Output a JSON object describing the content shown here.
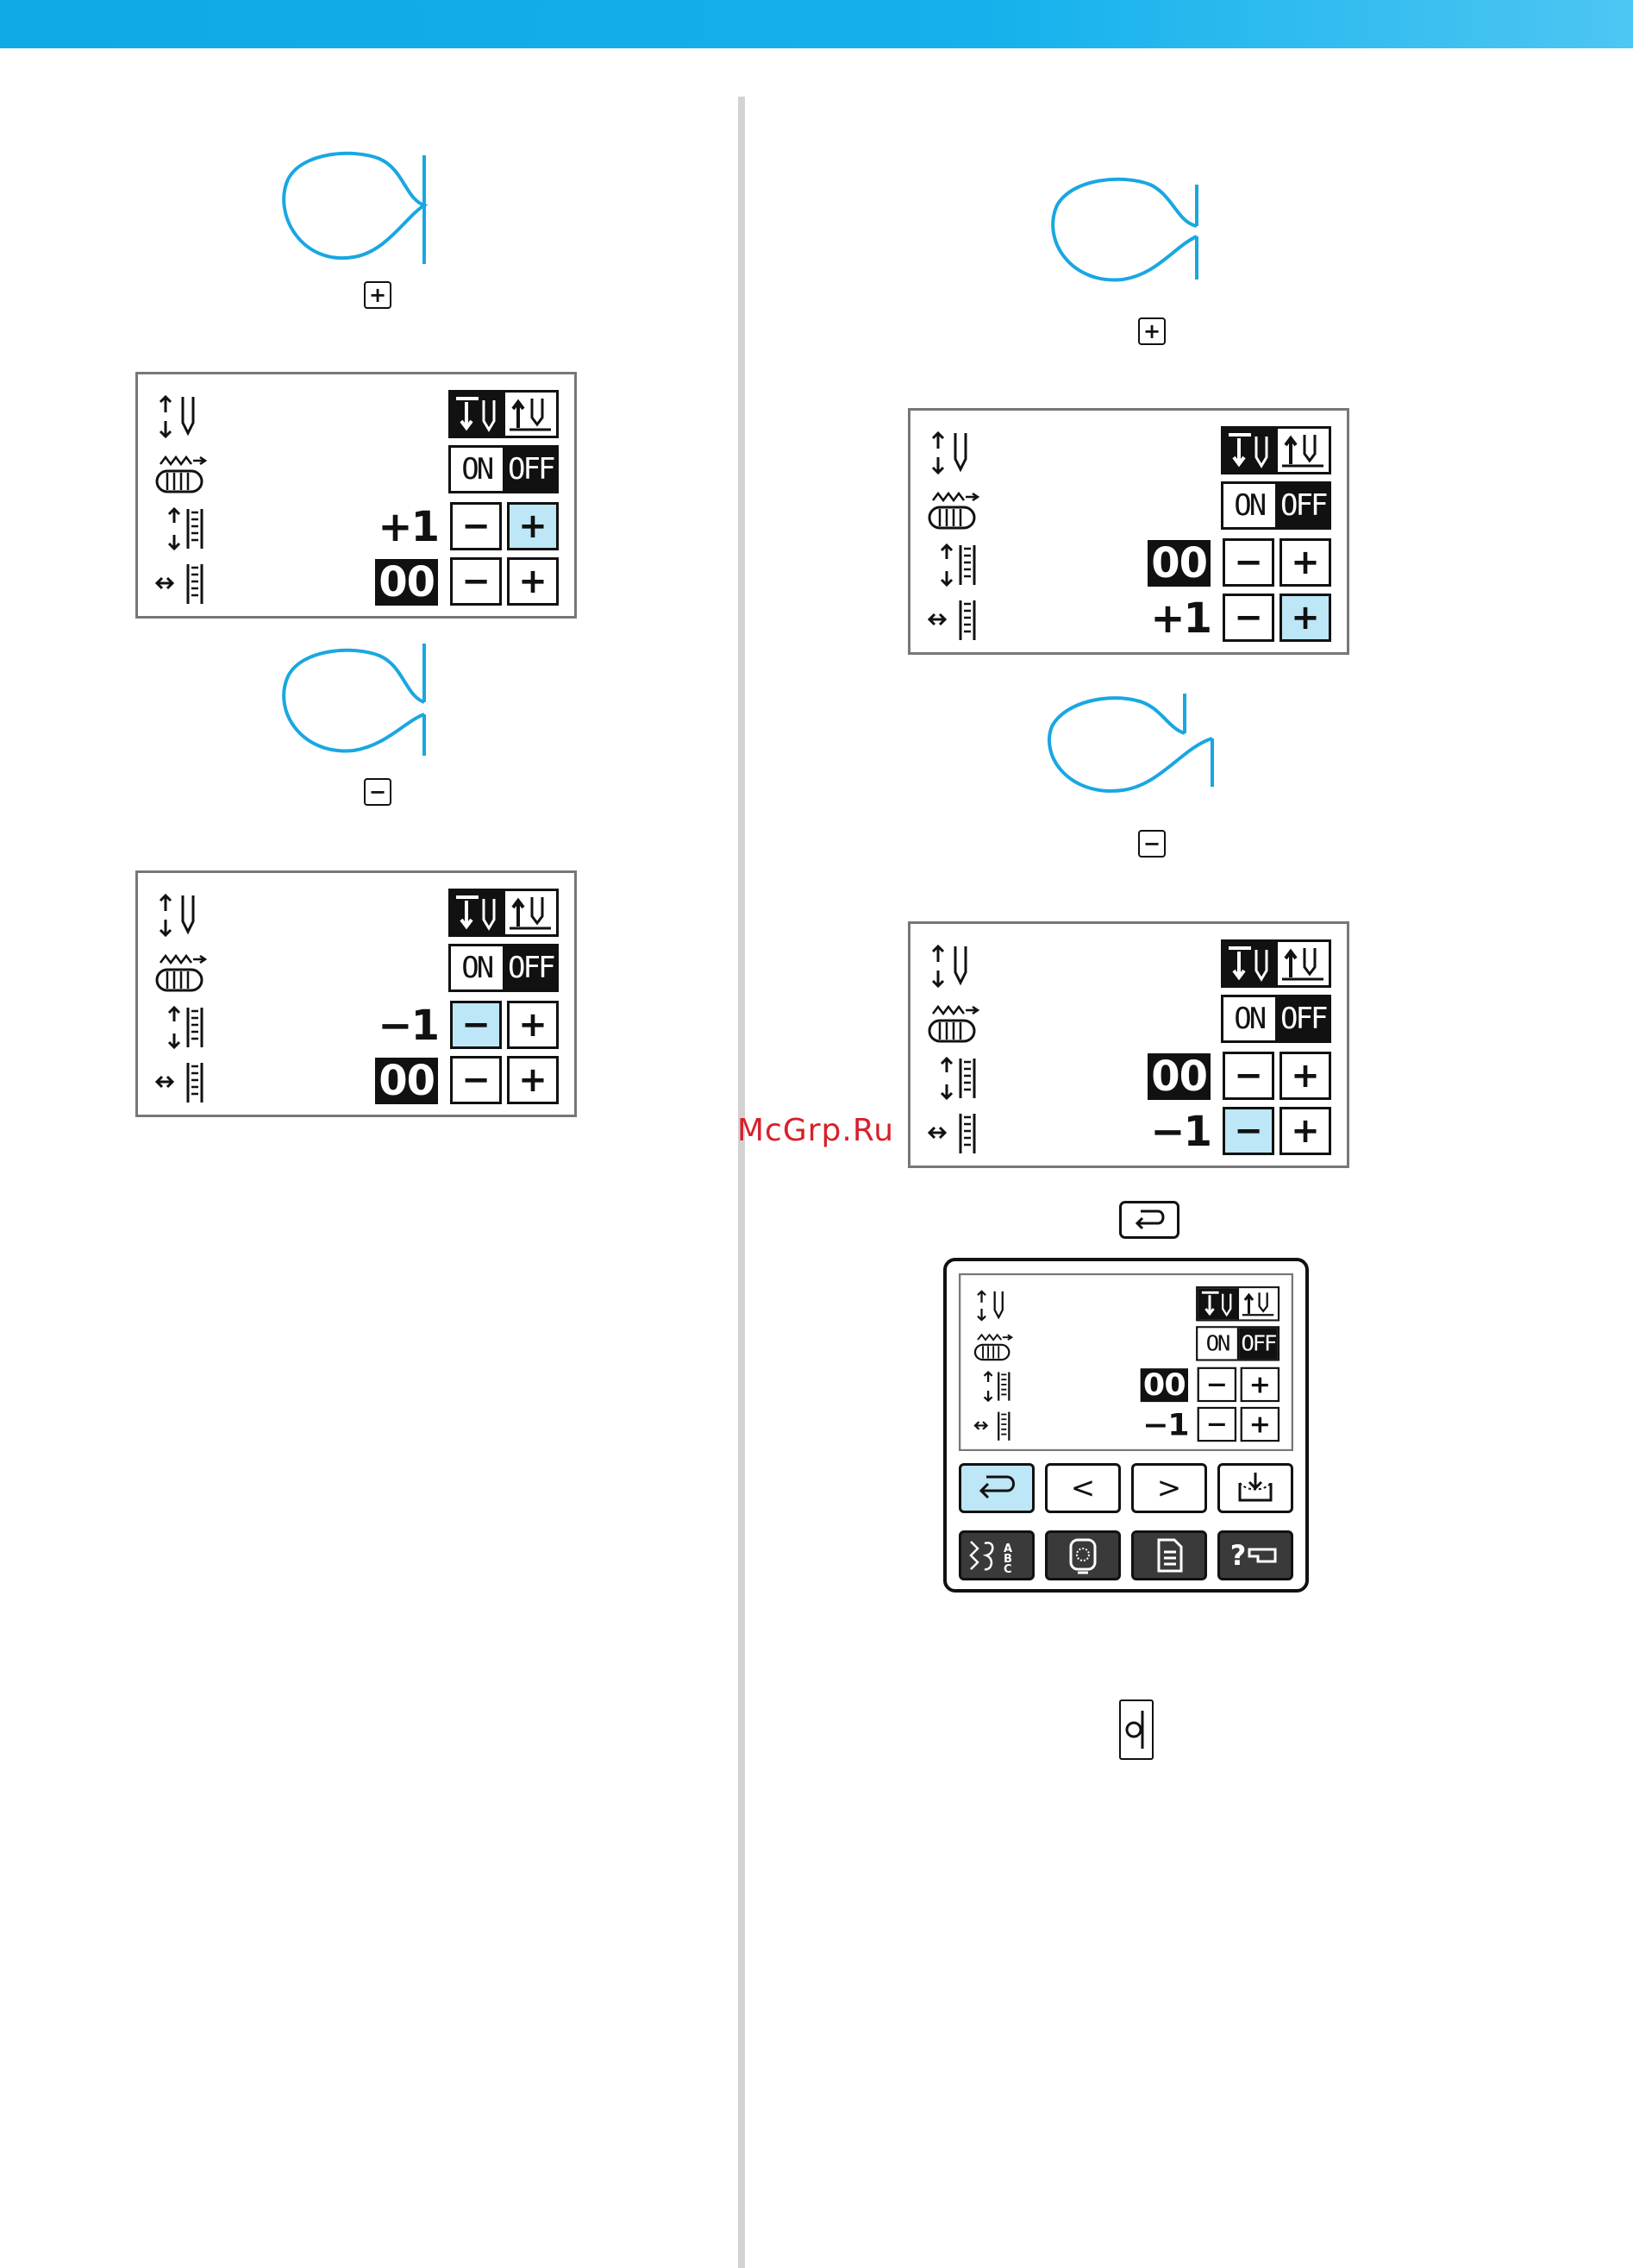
{
  "colors": {
    "accent": "#14b1ec",
    "highlight": "#bde6f6",
    "stitch": "#19a7e2",
    "watermark": "#d8202a"
  },
  "watermark": "McGrp.Ru",
  "keys": {
    "plus": "+",
    "minus": "−"
  },
  "panel_labels": {
    "on": "ON",
    "off": "OFF",
    "minus": "−",
    "plus": "+"
  },
  "panels": [
    {
      "id": "left-top",
      "row3_value": "+1",
      "row3_active": "plus",
      "row4_value": "00",
      "row4_active": "none"
    },
    {
      "id": "left-bottom",
      "row3_value": "−1",
      "row3_active": "minus",
      "row4_value": "00",
      "row4_active": "none"
    },
    {
      "id": "right-top",
      "row3_value": "00",
      "row3_active": "none",
      "row4_value": "+1",
      "row4_active": "plus"
    },
    {
      "id": "right-middle",
      "row3_value": "00",
      "row3_active": "none",
      "row4_value": "−1",
      "row4_active": "minus"
    }
  ],
  "device": {
    "row3_value": "00",
    "row4_value": "−1",
    "nav_buttons": [
      "back-icon",
      "chevron-left-icon",
      "chevron-right-icon",
      "pocket-icon"
    ],
    "mode_buttons": [
      "stitch-abc-icon",
      "embroidery-hoop-icon",
      "settings-list-icon",
      "help-icon"
    ],
    "nav_labels": {
      "prev": "<",
      "next": ">"
    },
    "help_label": "?"
  }
}
